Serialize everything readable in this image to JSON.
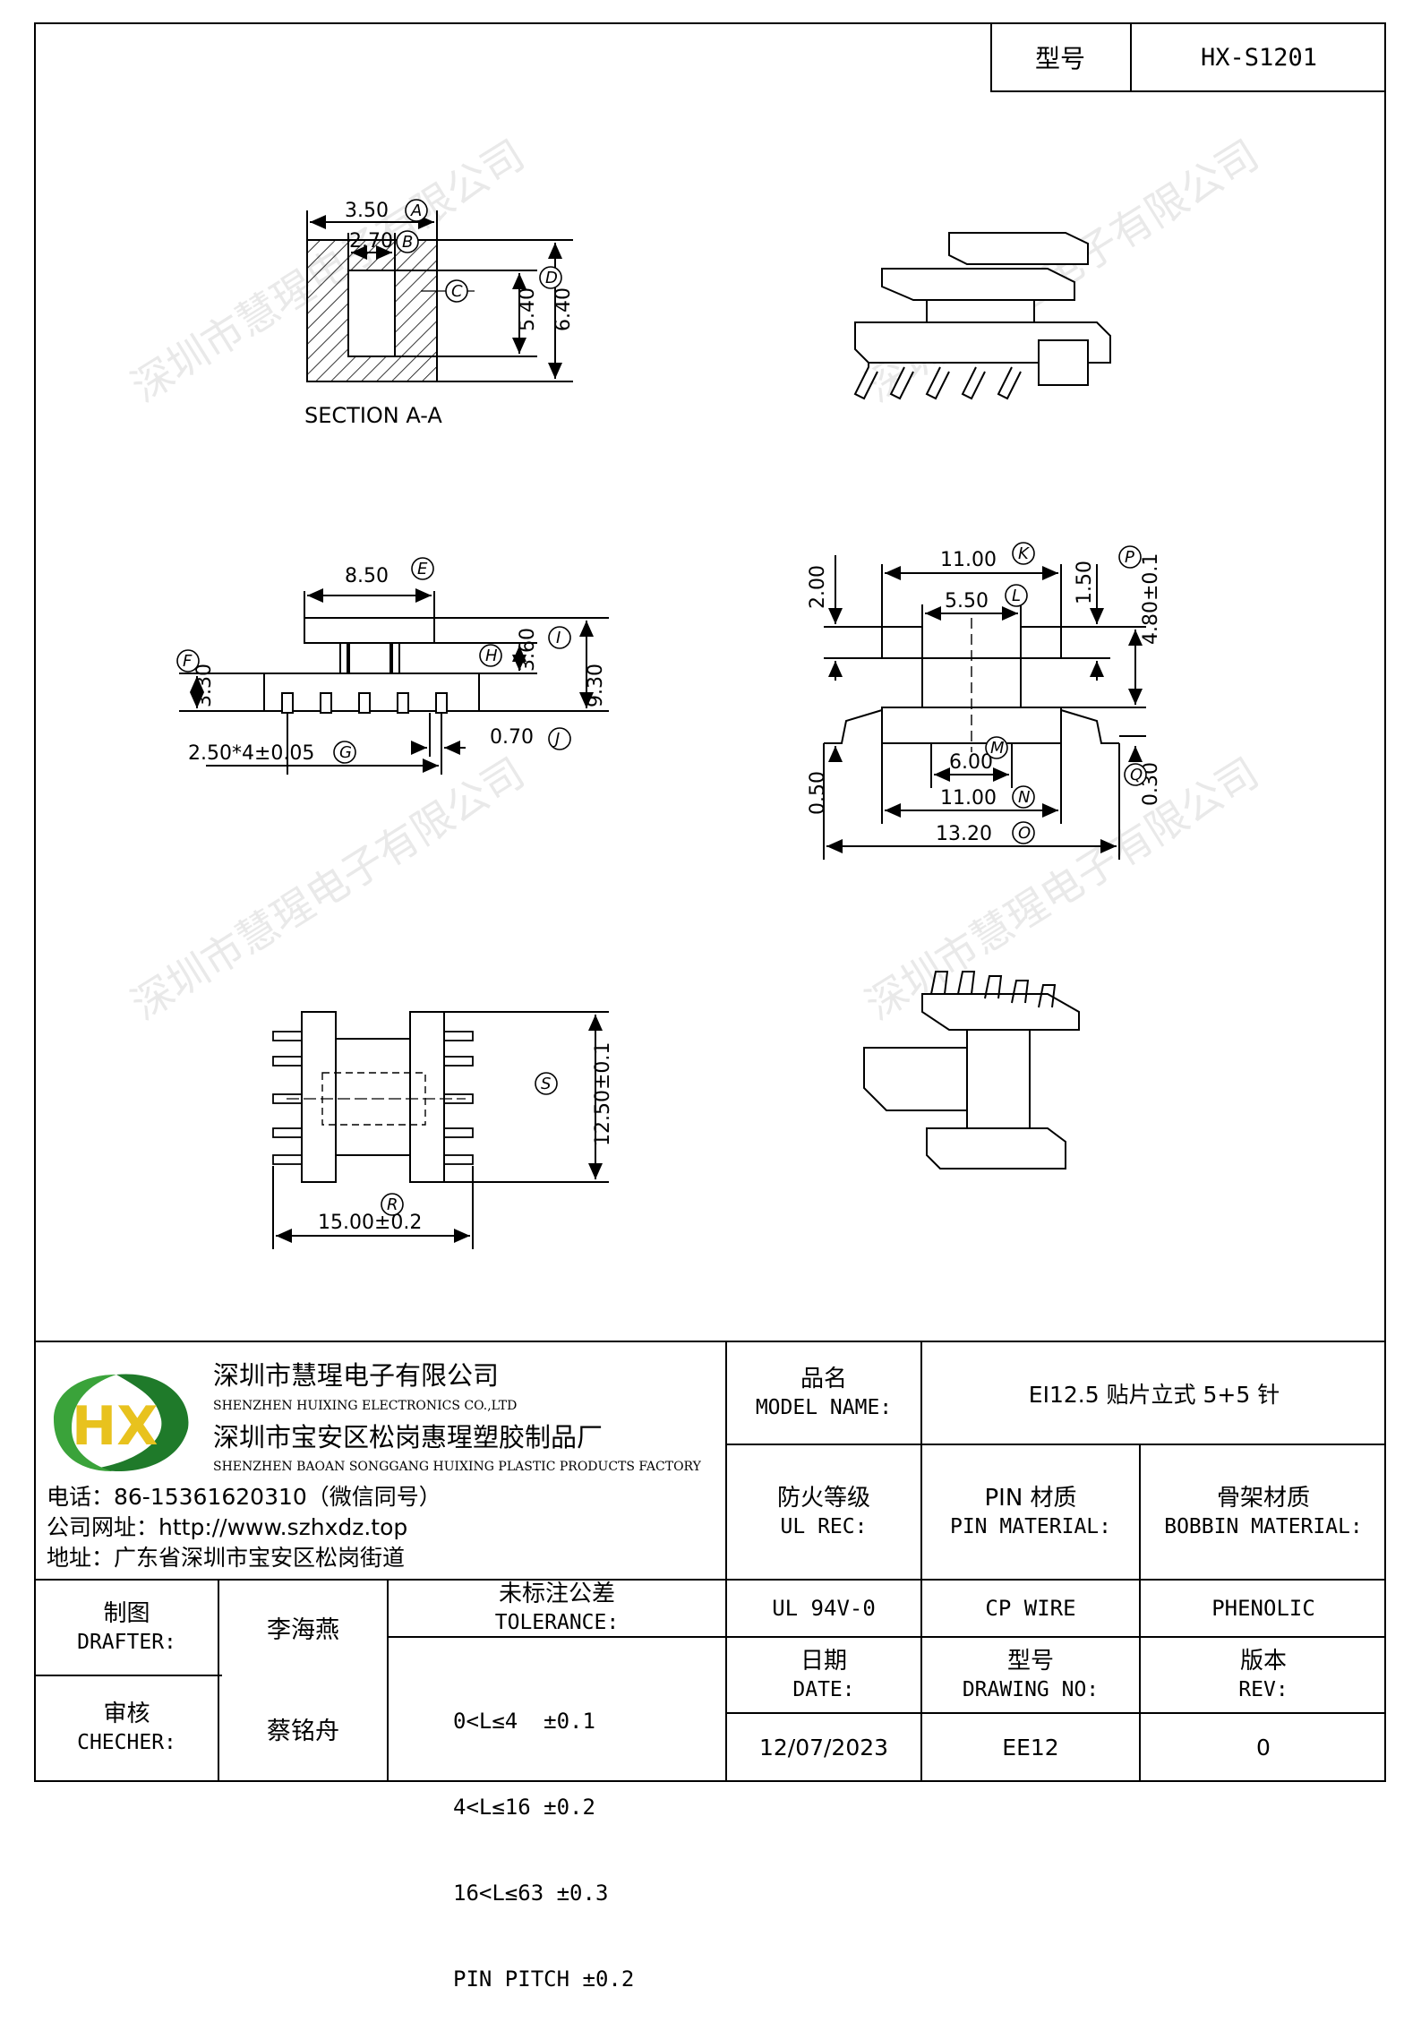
{
  "header": {
    "model_label": "型号",
    "model_value": "HX-S1201"
  },
  "drawing": {
    "watermark": "深圳市慧瑆电子有限公司",
    "section_title": "SECTION A-A",
    "dims": {
      "A": "3.50",
      "B": "2.70",
      "C": "5.40",
      "D": "6.40",
      "E": "8.50",
      "F": "3.30",
      "G": "2.50*4±0.05",
      "H": "3.60",
      "I": "9.30",
      "J": "0.70",
      "K": "11.00",
      "L": "5.50",
      "M": "6.00",
      "N": "11.00",
      "O": "13.20",
      "P": "4.80±0.1",
      "Q": "0.30",
      "top_left_side": "2.00",
      "right_side": "1.50",
      "bottom_left_side": "0.50",
      "R": "15.00±0.2",
      "S": "12.50±0.1"
    },
    "letters": [
      "A",
      "B",
      "C",
      "D",
      "E",
      "F",
      "G",
      "H",
      "I",
      "J",
      "K",
      "L",
      "M",
      "N",
      "O",
      "P",
      "Q",
      "R",
      "S"
    ]
  },
  "company": {
    "name_cn": "深圳市慧瑆电子有限公司",
    "name_en": "SHENZHEN HUIXING ELECTRONICS CO.,LTD",
    "factory_cn": "深圳市宝安区松岗惠瑆塑胶制品厂",
    "factory_en": "SHENZHEN BAOAN SONGGANG HUIXING PLASTIC PRODUCTS FACTORY",
    "phone": "电话：86-15361620310（微信同号）",
    "website": "公司网址：http://www.szhxdz.top",
    "address": "地址：广东省深圳市宝安区松岗街道",
    "logo_text": "HX",
    "colors": {
      "green": "#3aa33a",
      "yellow": "#e8c21e",
      "dark_green": "#1f7a2a"
    }
  },
  "title_block": {
    "model_name_cn": "品名",
    "model_name_en": "MODEL NAME:",
    "model_name_value": "EI12.5 贴片立式 5+5 针",
    "ul_cn": "防火等级",
    "ul_en": "UL REC:",
    "ul_value": "UL 94V-0",
    "pin_cn": "PIN 材质",
    "pin_en": "PIN MATERIAL:",
    "pin_value": "CP WIRE",
    "bobbin_cn": "骨架材质",
    "bobbin_en": "BOBBIN MATERIAL:",
    "bobbin_value": "PHENOLIC",
    "drafter_cn": "制图",
    "drafter_en": "DRAFTER:",
    "drafter_value": "李海燕",
    "checker_cn": "审核",
    "checker_en": "CHECHER:",
    "checker_value": "蔡铭舟",
    "tolerance_cn": "未标注公差",
    "tolerance_en": "TOLERANCE:",
    "tolerance_lines": [
      "0<L≤4  ±0.1",
      "4<L≤16 ±0.2",
      "16<L≤63 ±0.3",
      "PIN PITCH ±0.2"
    ],
    "date_cn": "日期",
    "date_en": "DATE:",
    "date_value": "12/07/2023",
    "drawing_no_cn": "型号",
    "drawing_no_en": "DRAWING NO:",
    "drawing_no_value": "EE12",
    "rev_cn": "版本",
    "rev_en": "REV:",
    "rev_value": "0"
  }
}
